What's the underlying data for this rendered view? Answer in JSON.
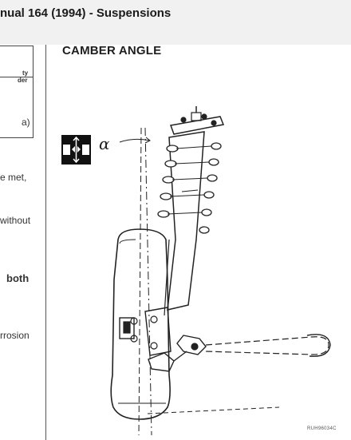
{
  "header": {
    "title": "nual 164 (1994) - Suspensions"
  },
  "left_column": {
    "table_head_line1": "ty",
    "table_head_line2": "der",
    "table_cell": "a)",
    "fragment_1": "e met,",
    "fragment_2": "without",
    "fragment_3": "both",
    "fragment_4": "rrosion"
  },
  "figure": {
    "title": "CAMBER ANGLE",
    "angle_symbol": "α",
    "code": "RUH96034C",
    "badge_icon": "camber-adjust-icon"
  }
}
